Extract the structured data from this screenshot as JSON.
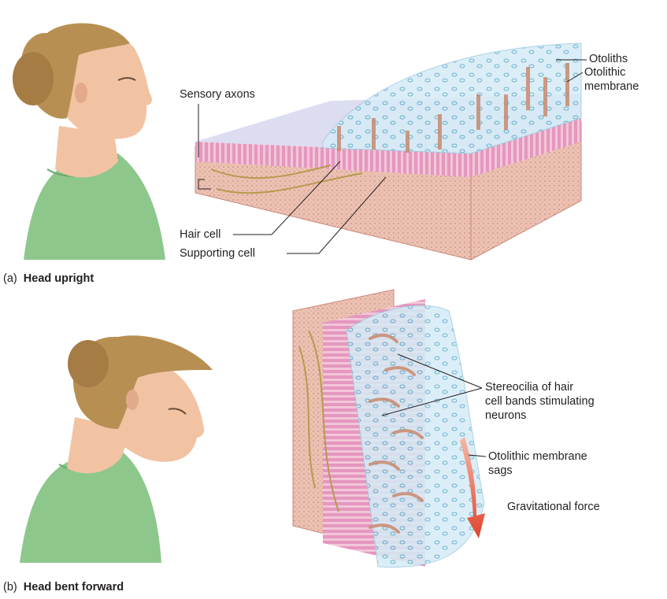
{
  "panels": [
    {
      "letter": "(a)",
      "title": "Head upright",
      "labels": {
        "otoliths": "Otoliths",
        "otolithic_membrane_1": "Otolithic",
        "otolithic_membrane_2": "membrane",
        "sensory_axons": "Sensory axons",
        "hair_cell": "Hair cell",
        "supporting_cell": "Supporting cell"
      }
    },
    {
      "letter": "(b)",
      "title": "Head bent forward",
      "labels": {
        "stereocilia_1": "Stereocilia of hair",
        "stereocilia_2": "cell bands stimulating",
        "stereocilia_3": "neurons",
        "membrane_sags_1": "Otolithic membrane",
        "membrane_sags_2": "sags",
        "gravitational_force": "Gravitational force"
      }
    }
  ],
  "colors": {
    "skin": "#f1c3a3",
    "hair": "#b88f52",
    "shirt": "#8dc78c",
    "tissue": "#e8b9a8",
    "hair_cells": "#e49ac4",
    "membrane": "#cfe8f4",
    "arrow": "#e0442e",
    "leader": "#231f20"
  }
}
